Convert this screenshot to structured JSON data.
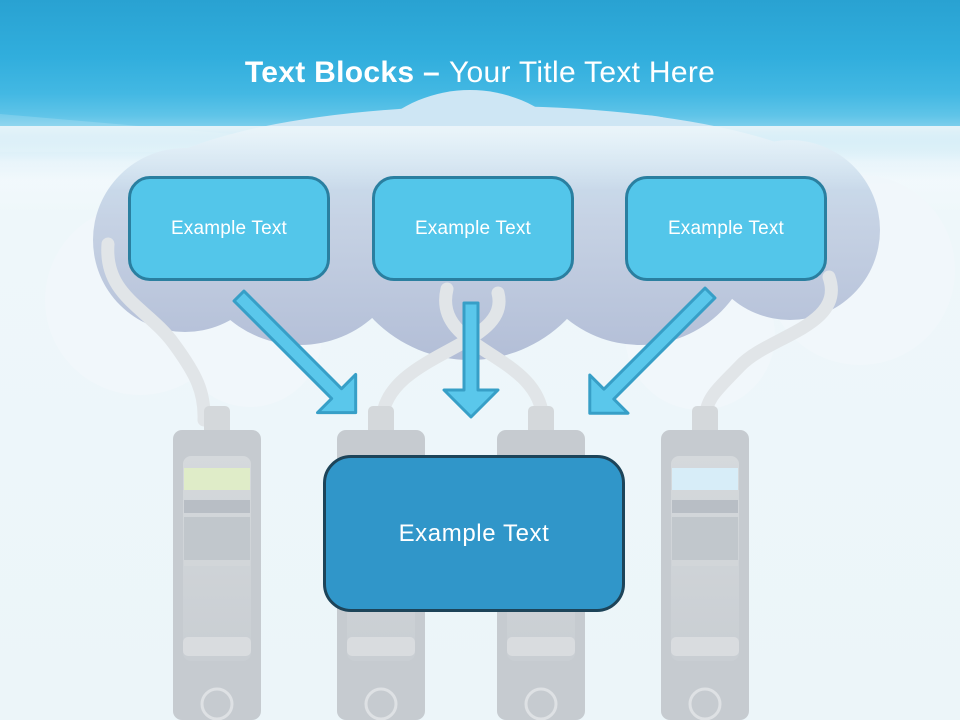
{
  "slide_title": {
    "bold": "Text Blocks –",
    "light": "Your Title Text Here"
  },
  "text_blocks": {
    "sources": [
      {
        "label": "Example Text"
      },
      {
        "label": "Example Text"
      },
      {
        "label": "Example Text"
      }
    ],
    "target": {
      "label": "Example Text"
    }
  },
  "icons": {
    "arrow_left": "diagonal-arrow-down-right",
    "arrow_middle": "arrow-down",
    "arrow_right": "diagonal-arrow-down-left",
    "cloud": "cloud-shape",
    "servers": "server-tower-x4"
  },
  "colors": {
    "header_top": "#29A2D2",
    "page_bg": "#EEF7FA",
    "block_fill": "#53C6EA",
    "block_border": "#2A7FA0",
    "target_fill": "#3096C9",
    "target_border": "#1D4459",
    "arrow_fill": "#5AC7EB",
    "arrow_stroke": "#379FC7",
    "cloud_top": "#CEE6F4",
    "cloud_mid": "#C6D2E4",
    "cloud_bottom": "#B2BDD6",
    "cable": "#E1E5E8",
    "server_body": "#C6CBD0",
    "server_green_strip": "#DFECC8",
    "server_blue_strip": "#D7EDF8",
    "text_white": "#FFFFFF"
  }
}
